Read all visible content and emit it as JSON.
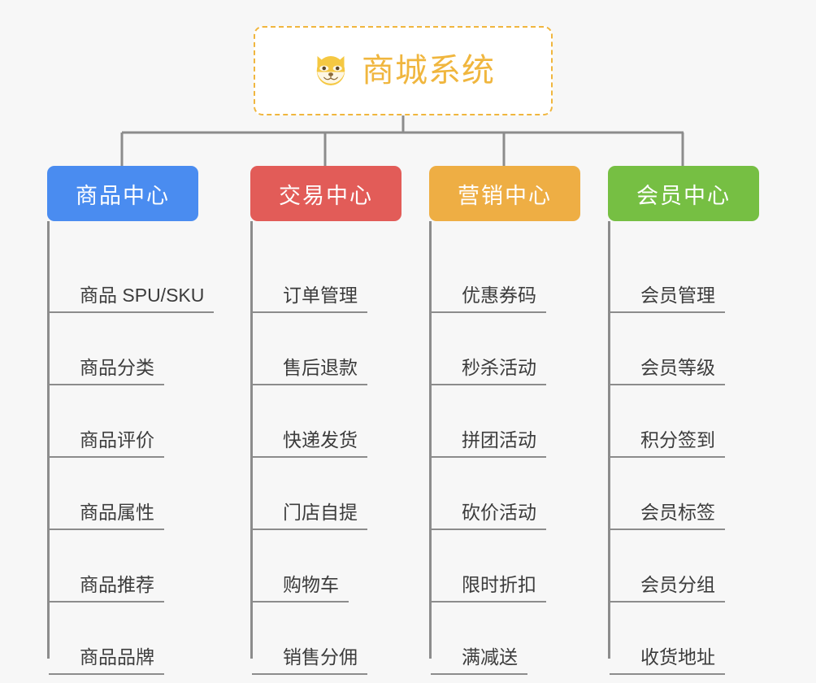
{
  "diagram": {
    "type": "mindmap",
    "background_color": "#f7f7f7",
    "root": {
      "title": "商城系统",
      "icon": "dog-face-emoji",
      "text_color": "#f0b63e",
      "border_color": "#f0b63e",
      "background_color": "#ffffff"
    },
    "branches": [
      {
        "label": "商品中心",
        "color": "#4a8cf0",
        "leaves": [
          "商品 SPU/SKU",
          "商品分类",
          "商品评价",
          "商品属性",
          "商品推荐",
          "商品品牌"
        ]
      },
      {
        "label": "交易中心",
        "color": "#e25c58",
        "leaves": [
          "订单管理",
          "售后退款",
          "快递发货",
          "门店自提",
          "购物车",
          "销售分佣"
        ]
      },
      {
        "label": "营销中心",
        "color": "#eeae44",
        "leaves": [
          "优惠券码",
          "秒杀活动",
          "拼团活动",
          "砍价活动",
          "限时折扣",
          "满减送"
        ]
      },
      {
        "label": "会员中心",
        "color": "#76bf43",
        "leaves": [
          "会员管理",
          "会员等级",
          "积分签到",
          "会员标签",
          "会员分组",
          "收货地址"
        ]
      }
    ],
    "connector_color": "#8c8c8c",
    "root_connector_color": "#f0b63e"
  }
}
